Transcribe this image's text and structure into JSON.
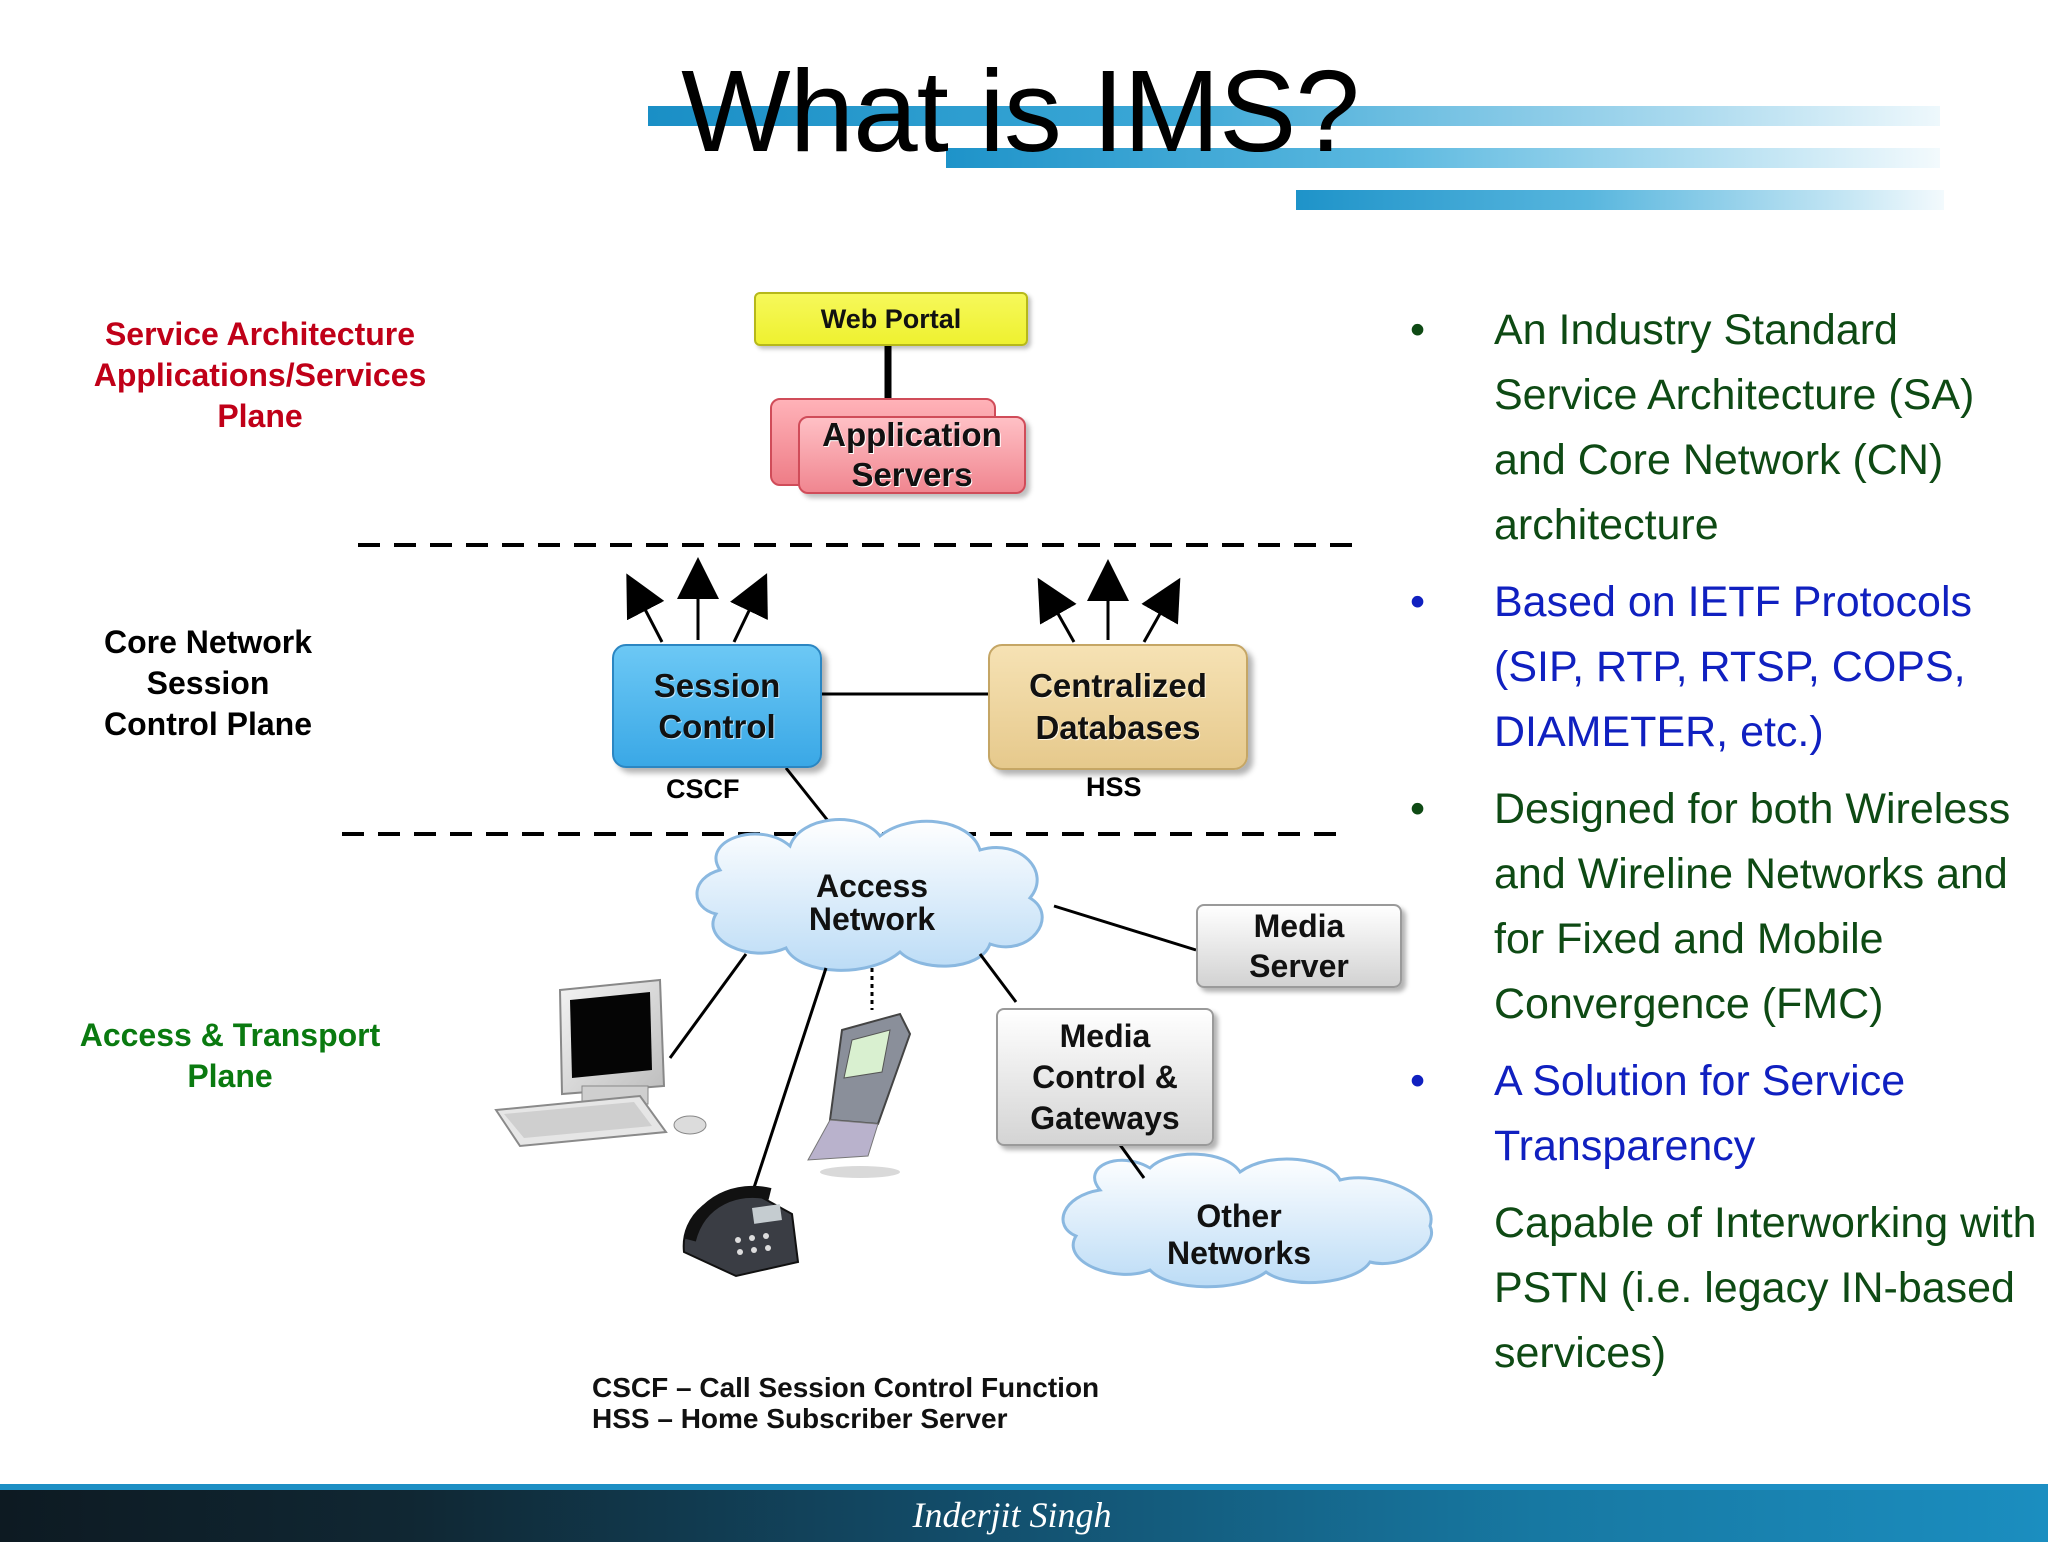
{
  "slide": {
    "title": "What is IMS?",
    "footer": "Inderjit Singh"
  },
  "planes": {
    "service": "Service Architecture\nApplications/Services\nPlane",
    "core": "Core Network\nSession\nControl Plane",
    "access": "Access & Transport\nPlane"
  },
  "diagram": {
    "web_portal": "Web Portal",
    "application_servers": "Application\nServers",
    "session_control": "Session\nControl",
    "centralized_databases": "Centralized\nDatabases",
    "cscf": "CSCF",
    "hss": "HSS",
    "access_network": "Access\nNetwork",
    "media_server": "Media\nServer",
    "media_control": "Media\nControl &\nGateways",
    "other_networks": "Other\nNetworks",
    "icons": [
      "desktop-computer-icon",
      "mobile-phone-icon",
      "desk-phone-icon"
    ]
  },
  "legend": {
    "line1": "CSCF – Call Session Control Function",
    "line2": "HSS – Home Subscriber Server"
  },
  "bullets": [
    {
      "dot": "•",
      "text": "An Industry Standard Service Architecture (SA) and Core Network (CN) architecture",
      "color": "#0e4a14"
    },
    {
      "dot": "•",
      "text": "Based on IETF Protocols (SIP, RTP, RTSP, COPS, DIAMETER, etc.)",
      "color": "#1020c0"
    },
    {
      "dot": "•",
      "text": "Designed for both Wireless and Wireline Networks and for Fixed and Mobile Convergence (FMC)",
      "color": "#0e4a14"
    },
    {
      "dot": "•",
      "text": "A Solution for Service Transparency",
      "color": "#1020c0"
    },
    {
      "dot": "",
      "text": "Capable of Interworking with PSTN (i.e. legacy IN-based services)",
      "color": "#0e4a14"
    }
  ]
}
